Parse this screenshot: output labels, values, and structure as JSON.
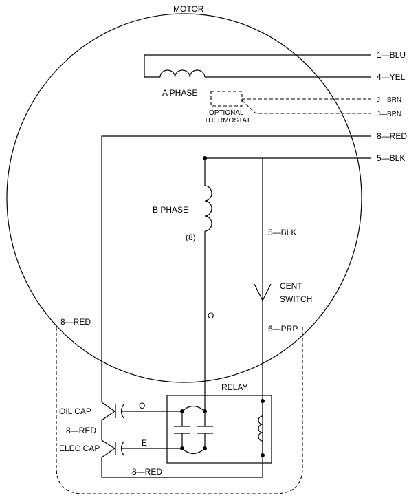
{
  "title": "MOTOR",
  "labels": {
    "a_phase": "A PHASE",
    "b_phase": "B PHASE",
    "b_phase_num": "(8)",
    "thermostat_1": "OPTIONAL",
    "thermostat_2": "THERMOSTAT",
    "cent_switch_1": "CENT",
    "cent_switch_2": "SWITCH",
    "relay": "RELAY",
    "oil_cap": "OIL CAP",
    "elec_cap": "ELEC CAP",
    "o_wire_inner": "O",
    "o_wire_cap": "O",
    "e_wire_cap": "E"
  },
  "leads": {
    "blu": "1—BLU",
    "yel": "4—YEL",
    "brn1": "J—BRN",
    "brn2": "J—BRN",
    "red": "8—RED",
    "blk": "5—BLK"
  },
  "wires": {
    "blk_inner": "5—BLK",
    "prp": "6—PRP",
    "red_left": "8—RED",
    "red_mid": "8—RED",
    "red_bottom": "8—RED"
  }
}
